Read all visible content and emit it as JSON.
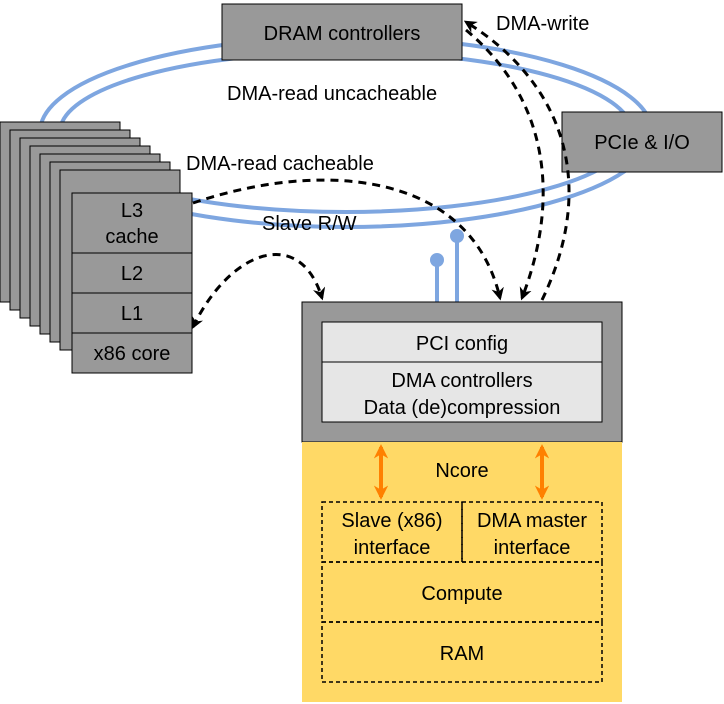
{
  "colors": {
    "ring": "#7ea6e0",
    "block_gray": "#999999",
    "inner_light": "#e6e6e6",
    "ncore_yellow": "#ffd966",
    "arrow_orange": "#ff8000",
    "stroke": "#000000"
  },
  "blocks": {
    "dram": "DRAM controllers",
    "pcie": "PCIe & I/O",
    "core_stack": {
      "l3_line1": "L3",
      "l3_line2": "cache",
      "l2": "L2",
      "l1": "L1",
      "core": "x86 core"
    },
    "uncore": {
      "pci_config": "PCI config",
      "dma_line1": "DMA controllers",
      "dma_line2": "Data (de)compression"
    },
    "ncore": {
      "title": "Ncore",
      "slave_line1": "Slave (x86)",
      "slave_line2": "interface",
      "dma_master_line1": "DMA master",
      "dma_master_line2": "interface",
      "compute": "Compute",
      "ram": "RAM"
    }
  },
  "edges": {
    "dma_write": "DMA-write",
    "dma_read_uncacheable": "DMA-read uncacheable",
    "dma_read_cacheable": "DMA-read cacheable",
    "slave_rw": "Slave R/W"
  }
}
